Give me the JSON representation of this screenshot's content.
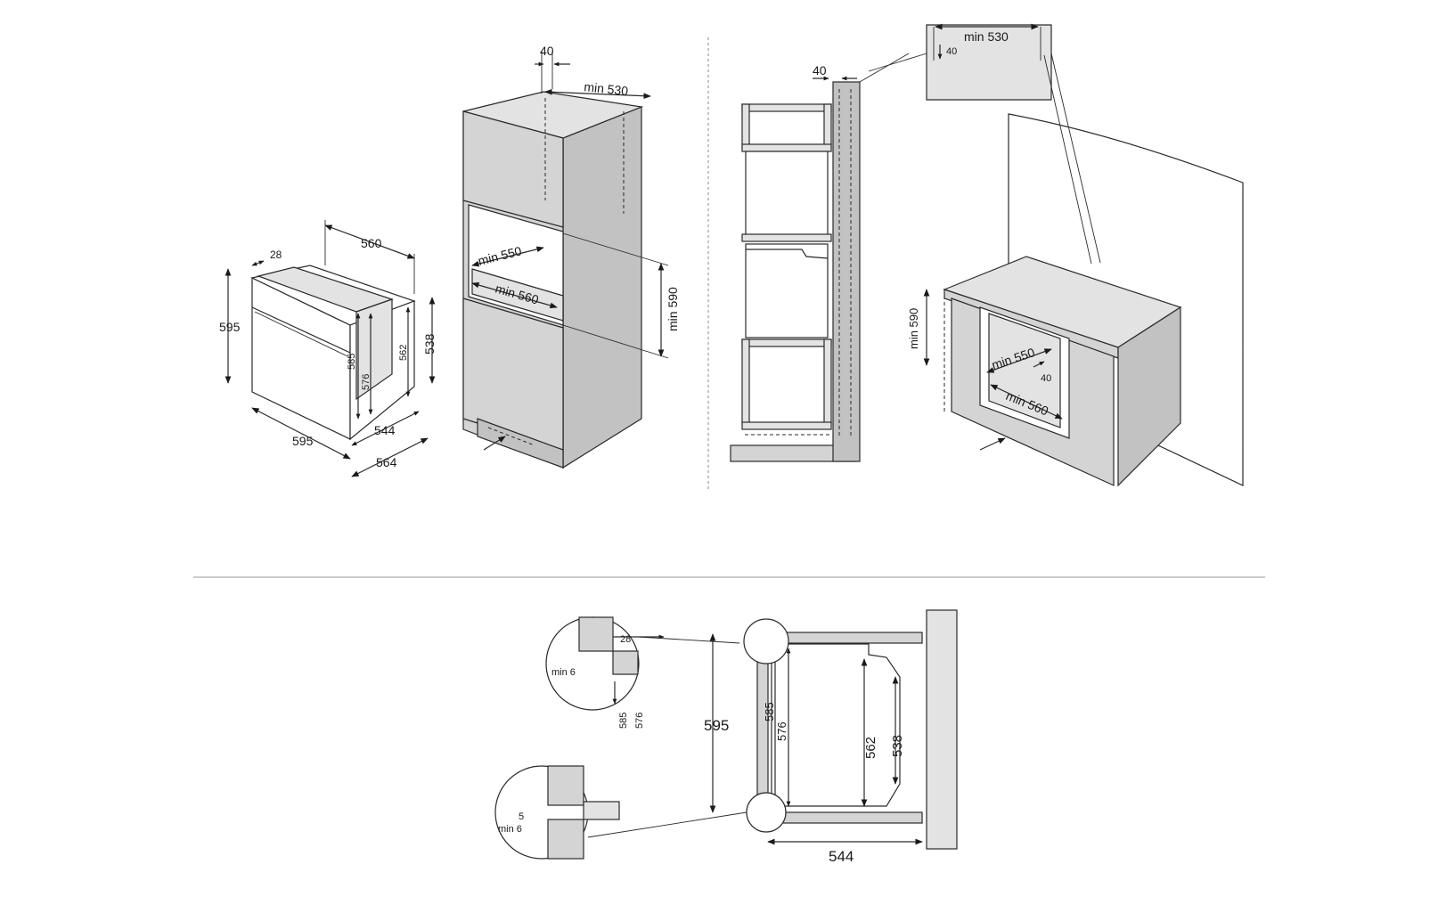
{
  "oven": {
    "w": "560",
    "d": "28",
    "h1": "595",
    "h2": "585",
    "h3": "576",
    "h4": "562",
    "h5": "538",
    "b1": "544",
    "b2": "595",
    "b3": "564"
  },
  "tall_cabinet": {
    "top_gap": "40",
    "top_depth": "min 530",
    "width": "min 550",
    "depth": "min 560",
    "height": "min 590"
  },
  "side_view": {
    "gap": "40"
  },
  "under_counter": {
    "top_depth": "min 530",
    "top_gap": "40",
    "height": "min 590",
    "width": "min 550",
    "gap": "40",
    "depth": "min 560"
  },
  "section": {
    "d1": "28",
    "d2": "min 6",
    "d3": "585",
    "d4": "576",
    "d5": "595",
    "d6": "585",
    "d7": "576",
    "d8": "562",
    "d9": "538",
    "d10": "5",
    "d11": "min 6",
    "d12": "544"
  }
}
